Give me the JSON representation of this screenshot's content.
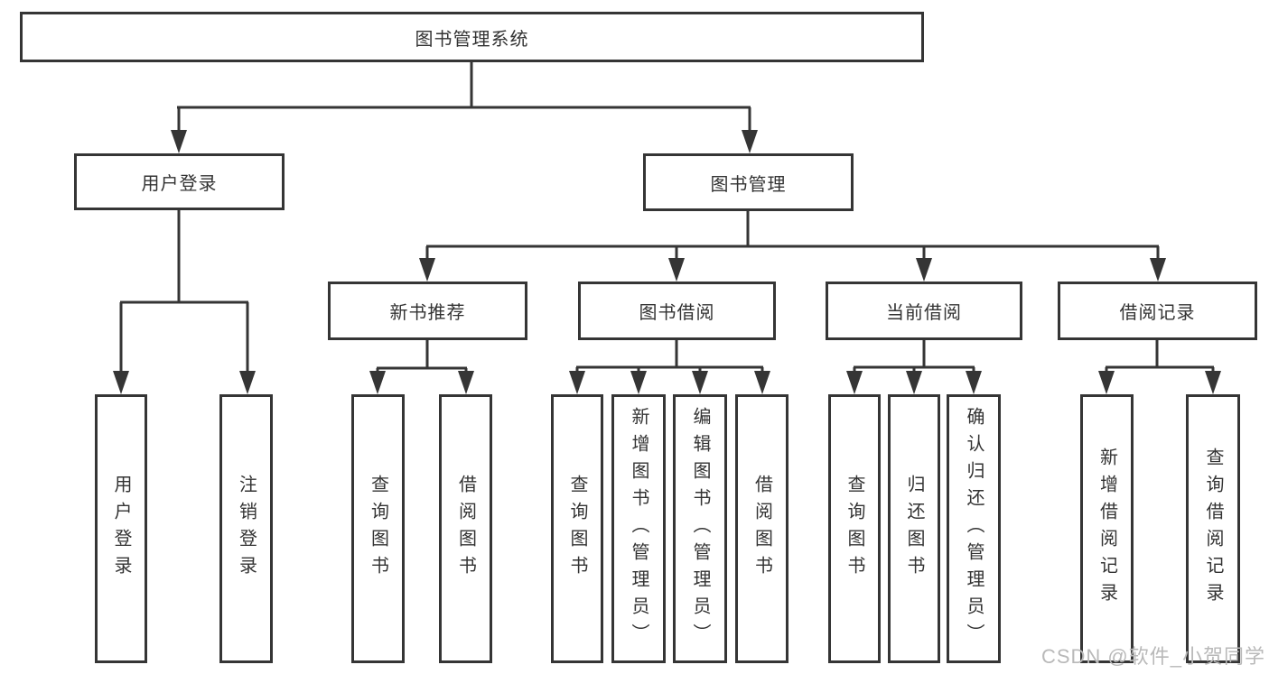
{
  "diagram": {
    "title": "图书管理系统",
    "colors": {
      "line": "#353535",
      "text": "#333333",
      "background": "#ffffff",
      "watermark": "#b9b9b9"
    },
    "tree": {
      "root": "图书管理系统",
      "level2": [
        {
          "label": "用户登录",
          "leaves": [
            "用户登录",
            "注销登录"
          ]
        },
        {
          "label": "图书管理"
        }
      ],
      "level3": [
        {
          "label": "新书推荐",
          "leaves": [
            "查询图书",
            "借阅图书"
          ]
        },
        {
          "label": "图书借阅",
          "leaves": [
            "查询图书",
            "新增图书（管理员）",
            "编辑图书（管理员）",
            "借阅图书"
          ]
        },
        {
          "label": "当前借阅",
          "leaves": [
            "查询图书",
            "归还图书",
            "确认归还（管理员）"
          ]
        },
        {
          "label": "借阅记录",
          "leaves": [
            "新增借阅记录",
            "查询借阅记录"
          ]
        }
      ]
    },
    "watermark": "CSDN @软件_小贺同学"
  }
}
